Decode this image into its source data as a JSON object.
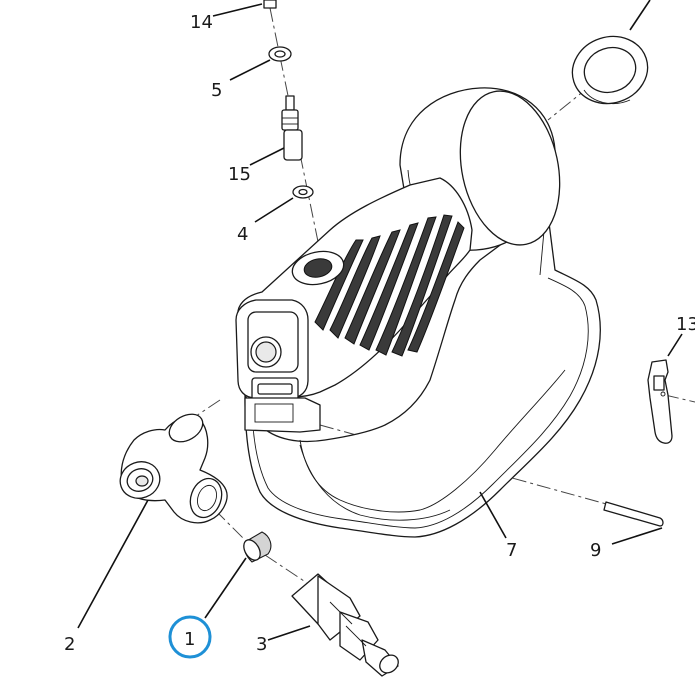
{
  "parts": [
    {
      "id": "1",
      "label": "1",
      "highlighted": true
    },
    {
      "id": "2",
      "label": "2"
    },
    {
      "id": "3",
      "label": "3"
    },
    {
      "id": "4",
      "label": "4"
    },
    {
      "id": "5",
      "label": "5"
    },
    {
      "id": "7",
      "label": "7"
    },
    {
      "id": "9",
      "label": "9"
    },
    {
      "id": "13",
      "label": "13"
    },
    {
      "id": "14",
      "label": "14"
    },
    {
      "id": "15",
      "label": "15"
    }
  ],
  "colors": {
    "line": "#1a1a1a",
    "highlight_circle": "#1e90d6"
  }
}
